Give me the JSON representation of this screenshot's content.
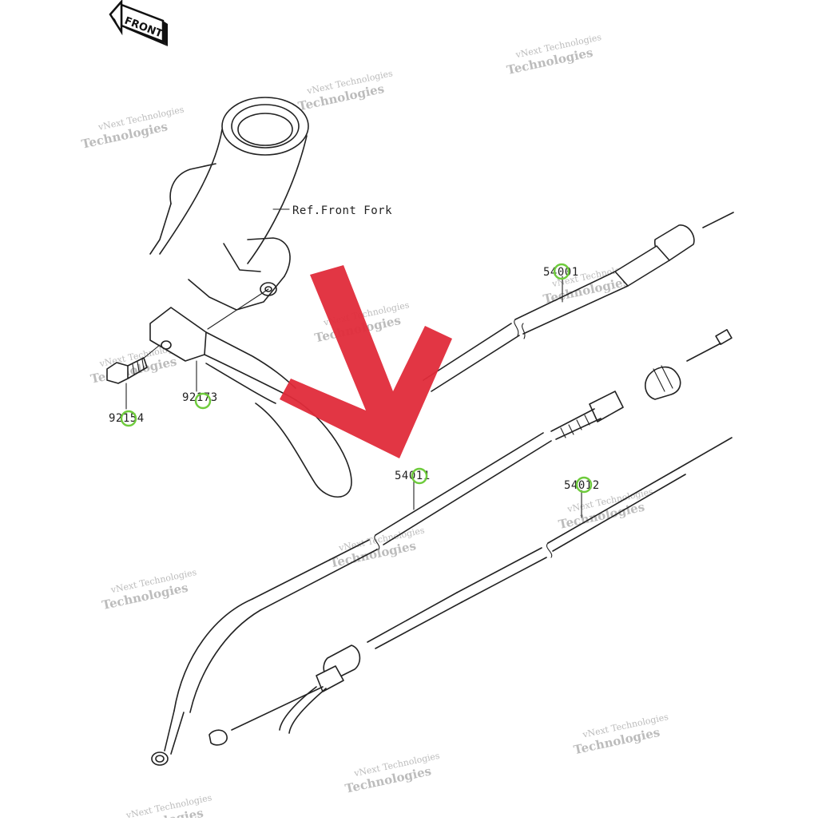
{
  "front_badge": {
    "text": "FRONT"
  },
  "reference": {
    "front_fork": "Ref.Front Fork"
  },
  "watermark": {
    "line1": "vNext",
    "line2": "Technologies",
    "small": "vNext Technologies"
  },
  "parts": [
    {
      "number": "92154"
    },
    {
      "number": "92173"
    },
    {
      "number": "54001"
    },
    {
      "number": "54011"
    },
    {
      "number": "54012"
    }
  ],
  "colors": {
    "highlight_circle": "#6ecb3c",
    "arrow": "#e02b3a",
    "line": "#222222",
    "watermark": "#b5b5b5"
  }
}
